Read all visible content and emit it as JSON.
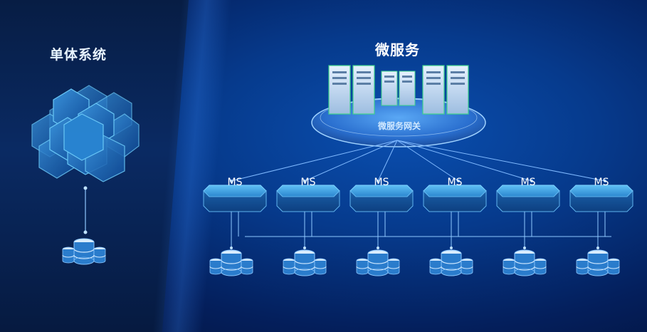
{
  "monolith": {
    "title": "单体系统"
  },
  "microservices": {
    "title": "微服务",
    "gateway_label": "微服务网关",
    "services": [
      {
        "label": "MS"
      },
      {
        "label": "MS"
      },
      {
        "label": "MS"
      },
      {
        "label": "MS"
      },
      {
        "label": "MS"
      },
      {
        "label": "MS"
      }
    ]
  },
  "colors": {
    "background": "#063a8c",
    "hexagon_fill": "#1f6fbf",
    "hexagon_edge": "#6fd0ff",
    "server_green": "#3ed38a",
    "service_fill": "#2f8fd0",
    "line_color": "#7fb9ff"
  }
}
